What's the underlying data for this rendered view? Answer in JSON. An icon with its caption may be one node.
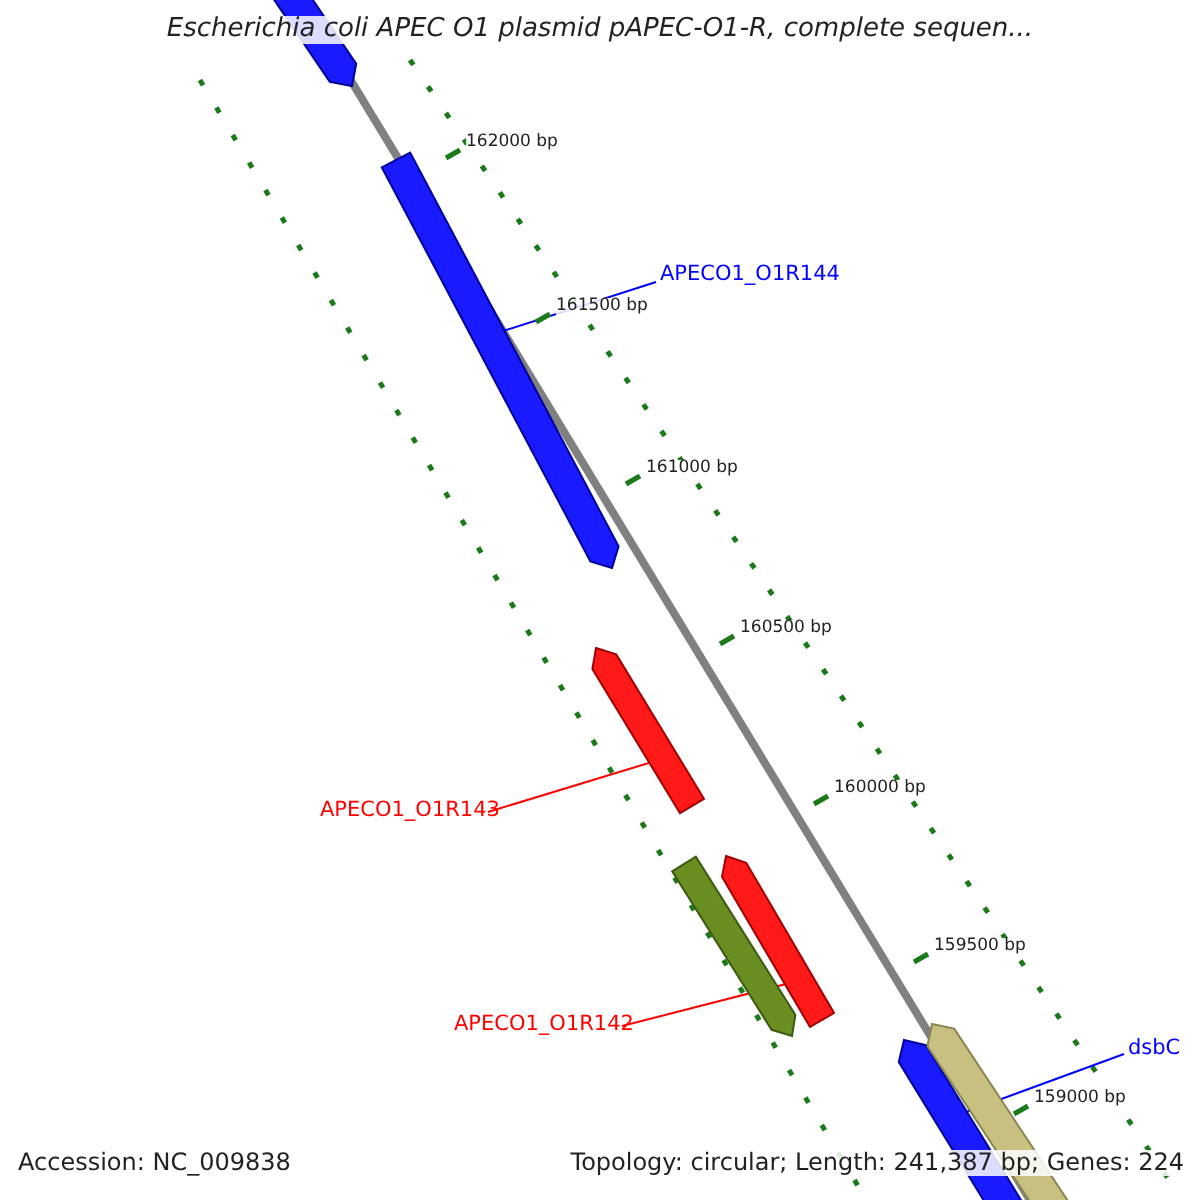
{
  "diagram": {
    "title": "Escherichia coli APEC O1 plasmid pAPEC-O1-R, complete sequen...",
    "nodes": [
      {
        "text": [],
        "shape": "bar"
      },
      {
        "text": [
          "APECO1_O1R144"
        ]
      },
      {
        "text": [],
        "shape": "bar"
      },
      {
        "text": [
          "APECO1_O1R143"
        ]
      },
      {
        "text": [],
        "shape": "bar"
      },
      {
        "text": [
          "APECO1_O1R142"
        ]
      },
      {
        "text": [],
        "shape": "bar"
      },
      {
        "text": [],
        "shape": "bar"
      },
      {
        "text": [
          "dsbC"
        ]
      },
      {
        "text": [],
        "shape": "bar"
      },
      {
        "text": [],
        "shape": "bar"
      }
    ],
    "edges": [
      {
        "from": 1,
        "to": 2,
        "arrow": "none"
      },
      {
        "from": 3,
        "to": 4,
        "arrow": "none",
        "color": "#ff0000"
      },
      {
        "from": 5,
        "to": 7,
        "arrow": "none",
        "color": "#ff0000"
      },
      {
        "from": 8,
        "to": 9,
        "arrow": "none"
      }
    ],
    "labels": [
      "162000 bp",
      "161500 bp",
      "161000 bp",
      "160500 bp",
      "160000 bp",
      "159500 bp",
      "159000 bp",
      "Accession: NC_009838",
      "Topology: circular; Length: 241,387 bp; Genes: 224"
    ]
  }
}
